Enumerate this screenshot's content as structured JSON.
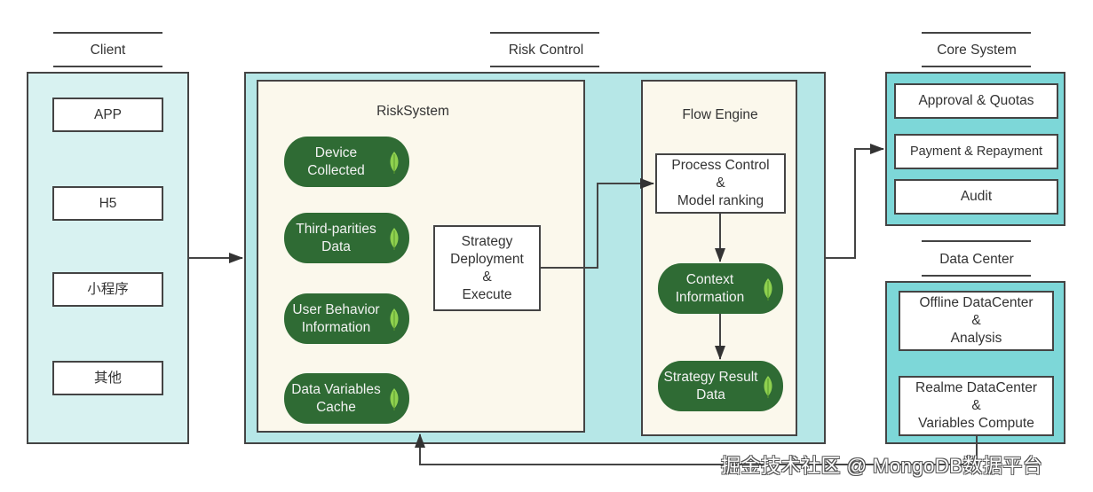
{
  "client": {
    "title": "Client",
    "items": [
      "APP",
      "H5",
      "小程序",
      "其他"
    ]
  },
  "risk_control": {
    "title": "Risk Control",
    "risk_system": {
      "title": "RiskSystem",
      "databases": [
        {
          "line1": "Device",
          "line2": "Collected",
          "icon": "mongodb-leaf-icon"
        },
        {
          "line1": "Third-parities",
          "line2": "Data",
          "icon": "mongodb-leaf-icon"
        },
        {
          "line1": "User Behavior",
          "line2": "Information",
          "icon": "mongodb-leaf-icon"
        },
        {
          "line1": "Data Variables",
          "line2": "Cache",
          "icon": "mongodb-leaf-icon"
        }
      ],
      "strategy": {
        "line1": "Strategy",
        "line2": "Deployment",
        "line3": "&",
        "line4": "Execute"
      }
    },
    "flow_engine": {
      "title": "Flow Engine",
      "process": {
        "line1": "Process Control",
        "line2": "&",
        "line3": "Model ranking"
      },
      "databases": [
        {
          "line1": "Context",
          "line2": "Information",
          "icon": "mongodb-leaf-icon"
        },
        {
          "line1": "Strategy Result",
          "line2": "Data",
          "icon": "mongodb-leaf-icon"
        }
      ]
    }
  },
  "core_system": {
    "title": "Core System",
    "items": [
      "Approval & Quotas",
      "Payment & Repayment",
      "Audit"
    ]
  },
  "data_center": {
    "title": "Data Center",
    "offline": {
      "line1": "Offline DataCenter",
      "line2": "&",
      "line3": "Analysis"
    },
    "realtime": {
      "line1": "Realme DataCenter",
      "line2": "&",
      "line3": "Variables Compute"
    }
  },
  "watermark": "掘金技术社区 @ MongoDB数据平台",
  "colors": {
    "client_bg": "#d8f2f1",
    "risk_bg": "#b6e7e7",
    "inner_bg": "#fbf8ec",
    "core_bg": "#7dd7d8",
    "db_green": "#2f6b34",
    "leaf_green": "#8fd14f",
    "line": "#444444"
  }
}
